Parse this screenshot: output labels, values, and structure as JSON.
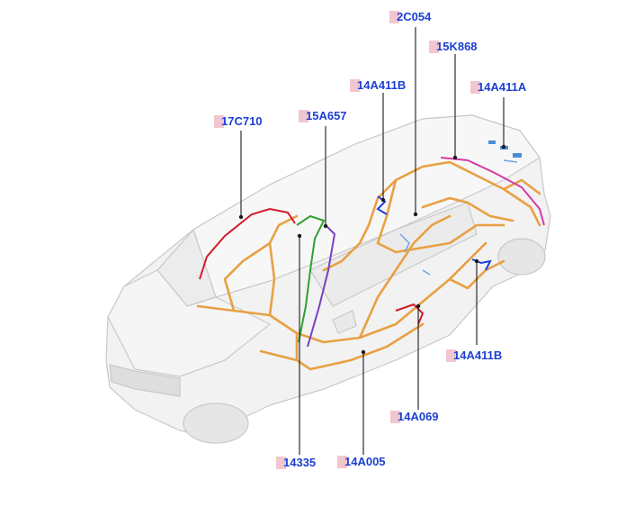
{
  "diagram": {
    "title": "",
    "callouts": [
      {
        "id": "c-2c054",
        "label": "2C054"
      },
      {
        "id": "c-15k868",
        "label": "15K868"
      },
      {
        "id": "c-14a411a",
        "label": "14A411A"
      },
      {
        "id": "c-14a411b-top",
        "label": "14A411B"
      },
      {
        "id": "c-15a657",
        "label": "15A657"
      },
      {
        "id": "c-17c710",
        "label": "17C710"
      },
      {
        "id": "c-14a411b-right",
        "label": "14A411B"
      },
      {
        "id": "c-14a069",
        "label": "14A069"
      },
      {
        "id": "c-14335",
        "label": "14335"
      },
      {
        "id": "c-14a005",
        "label": "14A005"
      }
    ]
  },
  "colors": {
    "label_text": "#1c3fd3",
    "label_tag": "#f2c6cf",
    "leader_line": "#1a1a1a",
    "harness_main": "#e8a043",
    "harness_red": "#d11a2a",
    "harness_green": "#2fa12f",
    "harness_purple": "#7a3fc0",
    "harness_magenta": "#d43aa8",
    "harness_blue": "#1f3fd8",
    "car_body_fill": "#f2f2f2",
    "car_body_stroke": "#c9c9c9"
  }
}
